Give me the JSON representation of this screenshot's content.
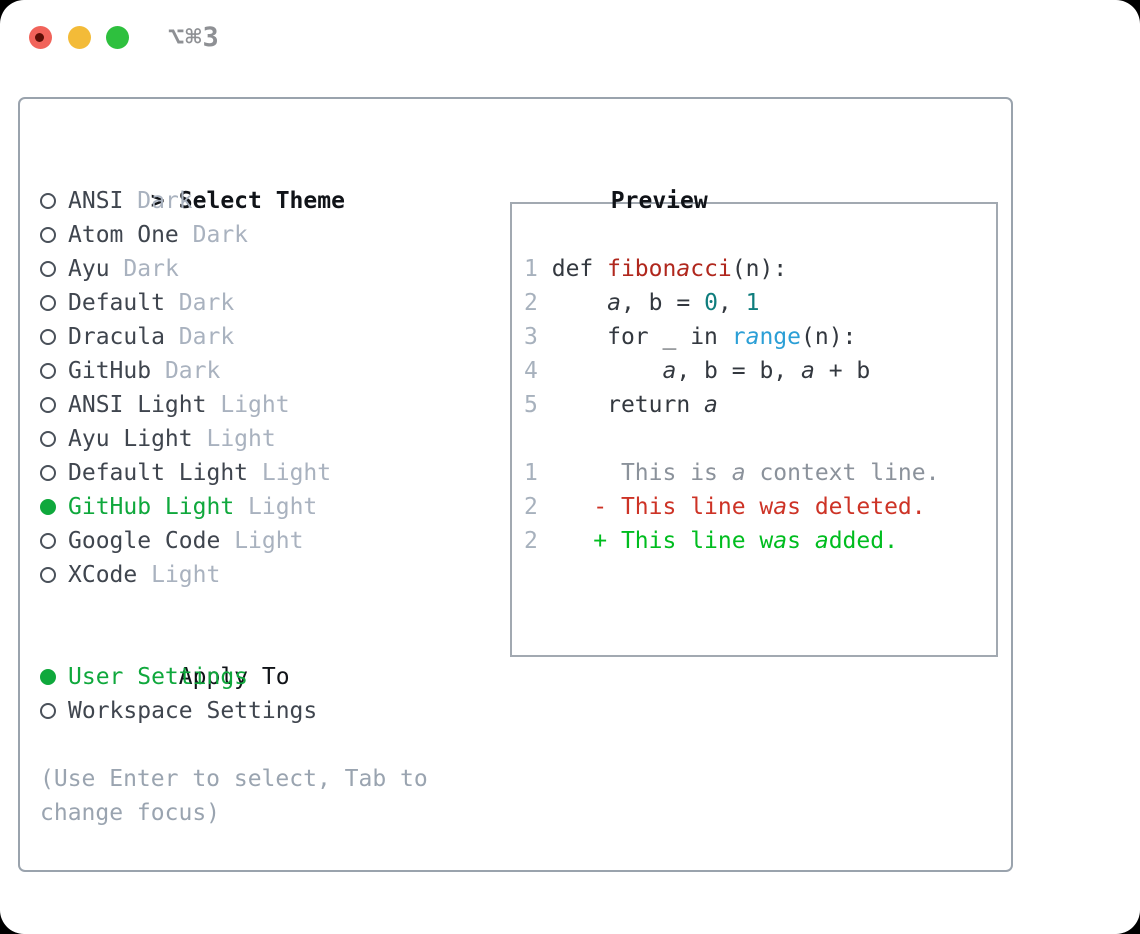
{
  "titlebar": {
    "title": "⌥⌘3"
  },
  "colors": {
    "accent": "#0fa83c",
    "added": "#00bd1f",
    "deleted": "#cd3326",
    "func": "#b0271d",
    "number": "#0f7d7d",
    "builtin": "#2b9fd6",
    "code": "#33383f",
    "context": "#8b929b",
    "line_number": "#a7b1bd",
    "name": "#3f454e",
    "muted": "#a9b2bf",
    "header": "#101318",
    "hint": "#9aa4b0",
    "panel_border": "#9aa3ad",
    "preview_border": "#a2a9b1",
    "title": "#8e9094",
    "traffic_red": "#f1635a",
    "traffic_red_dot": "#5c0f06",
    "traffic_yellow": "#f3bb38",
    "traffic_green": "#2ec03e"
  },
  "left": {
    "prompt": ">",
    "title": "Select Theme",
    "themes": [
      {
        "name": "ANSI",
        "badge": "Dark",
        "selected": false
      },
      {
        "name": "Atom One",
        "badge": "Dark",
        "selected": false
      },
      {
        "name": "Ayu",
        "badge": "Dark",
        "selected": false
      },
      {
        "name": "Default",
        "badge": "Dark",
        "selected": false
      },
      {
        "name": "Dracula",
        "badge": "Dark",
        "selected": false
      },
      {
        "name": "GitHub",
        "badge": "Dark",
        "selected": false
      },
      {
        "name": "ANSI Light",
        "badge": "Light",
        "selected": false
      },
      {
        "name": "Ayu Light",
        "badge": "Light",
        "selected": false
      },
      {
        "name": "Default Light",
        "badge": "Light",
        "selected": false
      },
      {
        "name": "GitHub Light",
        "badge": "Light",
        "selected": true
      },
      {
        "name": "Google Code",
        "badge": "Light",
        "selected": false
      },
      {
        "name": "XCode",
        "badge": "Light",
        "selected": false
      }
    ],
    "apply_to_title": "Apply To",
    "apply_options": [
      {
        "label": "User Settings",
        "selected": true
      },
      {
        "label": "Workspace Settings",
        "selected": false
      }
    ],
    "hint": "(Use Enter to select, Tab to change focus)"
  },
  "preview": {
    "title": "Preview",
    "lines": [
      {
        "n": "1",
        "tokens": [
          {
            "t": "def ",
            "c": "p"
          },
          {
            "t": "fibonacci",
            "c": "fn"
          },
          {
            "t": "(n):",
            "c": "p"
          }
        ]
      },
      {
        "n": "2",
        "tokens": [
          {
            "t": "    a, b = ",
            "c": "p"
          },
          {
            "t": "0",
            "c": "num"
          },
          {
            "t": ", ",
            "c": "p"
          },
          {
            "t": "1",
            "c": "num"
          }
        ]
      },
      {
        "n": "3",
        "tokens": [
          {
            "t": "    for _ in ",
            "c": "p"
          },
          {
            "t": "range",
            "c": "bi"
          },
          {
            "t": "(n):",
            "c": "p"
          }
        ]
      },
      {
        "n": "4",
        "tokens": [
          {
            "t": "        a, b = b, a + b",
            "c": "p"
          }
        ]
      },
      {
        "n": "5",
        "tokens": [
          {
            "t": "    return a",
            "c": "p"
          }
        ]
      },
      {
        "n": "",
        "tokens": []
      },
      {
        "n": "1",
        "tokens": [
          {
            "t": "     This is a context line.",
            "c": "ctx"
          }
        ]
      },
      {
        "n": "2",
        "tokens": [
          {
            "t": "   - This line was deleted.",
            "c": "del"
          }
        ]
      },
      {
        "n": "2",
        "tokens": [
          {
            "t": "   + This line was added.",
            "c": "add"
          }
        ]
      }
    ]
  }
}
